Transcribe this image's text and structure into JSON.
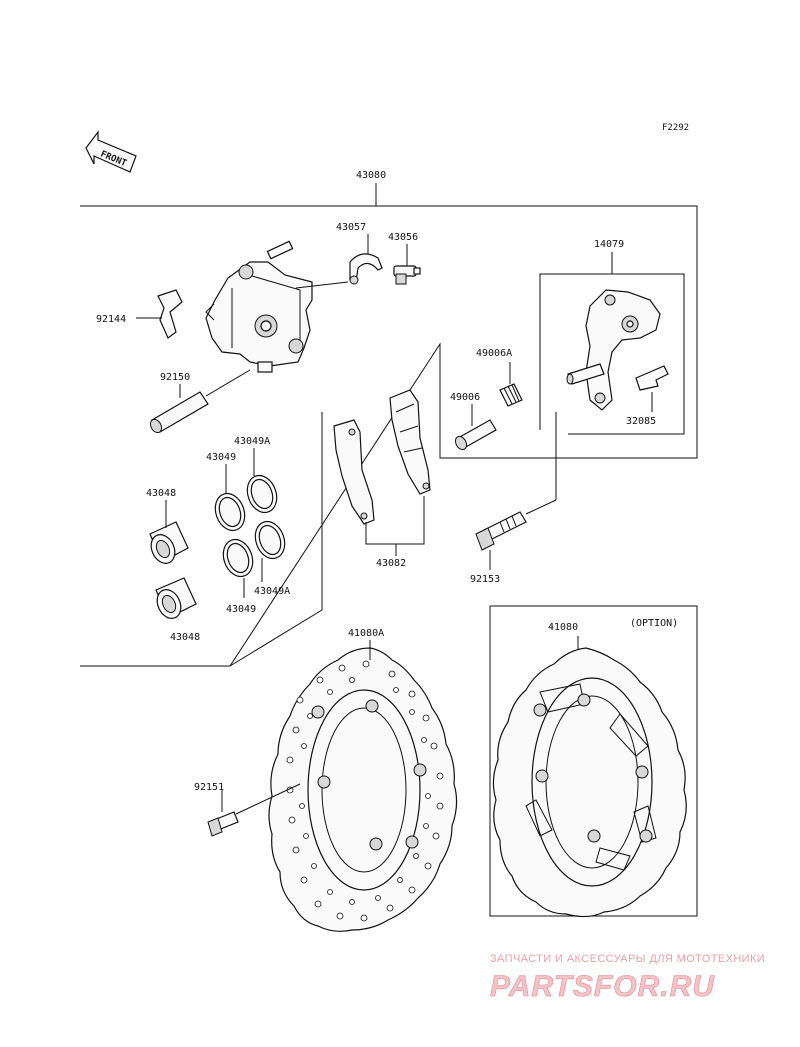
{
  "ref_code": "F2292",
  "front_label": "FRONT",
  "labels": {
    "l43080": "43080",
    "l43057": "43057",
    "l43056": "43056",
    "l14079": "14079",
    "l92144": "92144",
    "l49006A": "49006A",
    "l49006": "49006",
    "l32085": "32085",
    "l92150": "92150",
    "l43049A_top": "43049A",
    "l43049_top": "43049",
    "l43048_top": "43048",
    "l43082": "43082",
    "l92153": "92153",
    "l43049A_bot": "43049A",
    "l43049_bot": "43049",
    "l43048_bot": "43048",
    "l41080A": "41080A",
    "l41080": "41080",
    "option": "(OPTION)",
    "l92151": "92151"
  },
  "watermark": {
    "tagline": "ЗАПЧАСТИ И АКСЕССУАРЫ ДЛЯ МОТОТЕХНИКИ",
    "brand": "PARTSFOR.RU"
  }
}
